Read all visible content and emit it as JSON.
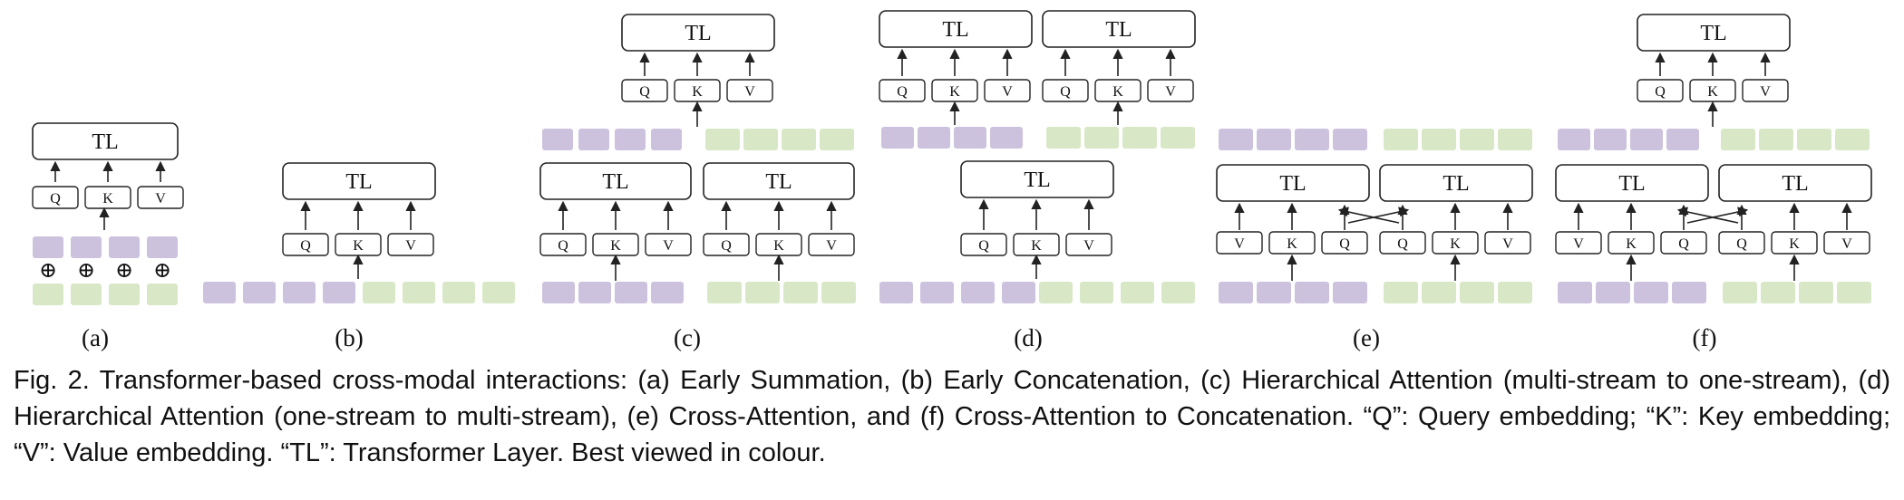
{
  "colors": {
    "purple": "#cdc2de",
    "green": "#d8e8c6",
    "stroke": "#222222"
  },
  "labels": {
    "tl": "TL",
    "q": "Q",
    "k": "K",
    "v": "V",
    "plus": "⊕"
  },
  "panels": [
    {
      "id": "a",
      "label": "(a)"
    },
    {
      "id": "b",
      "label": "(b)"
    },
    {
      "id": "c",
      "label": "(c)"
    },
    {
      "id": "d",
      "label": "(d)"
    },
    {
      "id": "e",
      "label": "(e)"
    },
    {
      "id": "f",
      "label": "(f)"
    }
  ],
  "caption": "Fig. 2. Transformer-based cross-modal interactions: (a) Early Summation, (b) Early Concatenation, (c) Hierarchical Attention (multi-stream to one-stream), (d) Hierarchical Attention (one-stream to multi-stream), (e) Cross-Attention, and (f) Cross-Attention to Concatenation. “Q”: Query embedding; “K”: Key embedding; “V”: Value embedding. “TL”: Transformer Layer. Best viewed in colour."
}
